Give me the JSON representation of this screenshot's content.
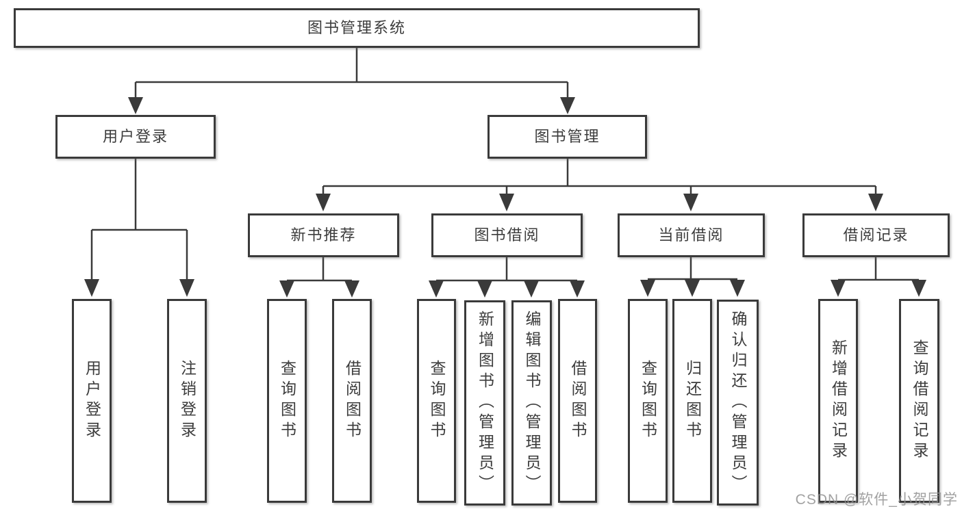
{
  "diagram": {
    "background_color": "#ffffff",
    "border_color": "#3a3a3a",
    "text_color": "#3c3c3c",
    "tree": {
      "label": "图书管理系统",
      "children": [
        {
          "label": "用户登录",
          "children": [
            {
              "label": "用户登录"
            },
            {
              "label": "注销登录"
            }
          ]
        },
        {
          "label": "图书管理",
          "children": [
            {
              "label": "新书推荐",
              "children": [
                {
                  "label": "查询图书"
                },
                {
                  "label": "借阅图书"
                }
              ]
            },
            {
              "label": "图书借阅",
              "children": [
                {
                  "label": "查询图书"
                },
                {
                  "label": "新增图书（管理员）"
                },
                {
                  "label": "编辑图书（管理员）"
                },
                {
                  "label": "借阅图书"
                }
              ]
            },
            {
              "label": "当前借阅",
              "children": [
                {
                  "label": "查询图书"
                },
                {
                  "label": "归还图书"
                },
                {
                  "label": "确认归还（管理员）"
                }
              ]
            },
            {
              "label": "借阅记录",
              "children": [
                {
                  "label": "新增借阅记录"
                },
                {
                  "label": "查询借阅记录"
                }
              ]
            }
          ]
        }
      ]
    },
    "watermark": {
      "text": "CSDN @软件_小贺同学",
      "color": "#919191"
    }
  }
}
